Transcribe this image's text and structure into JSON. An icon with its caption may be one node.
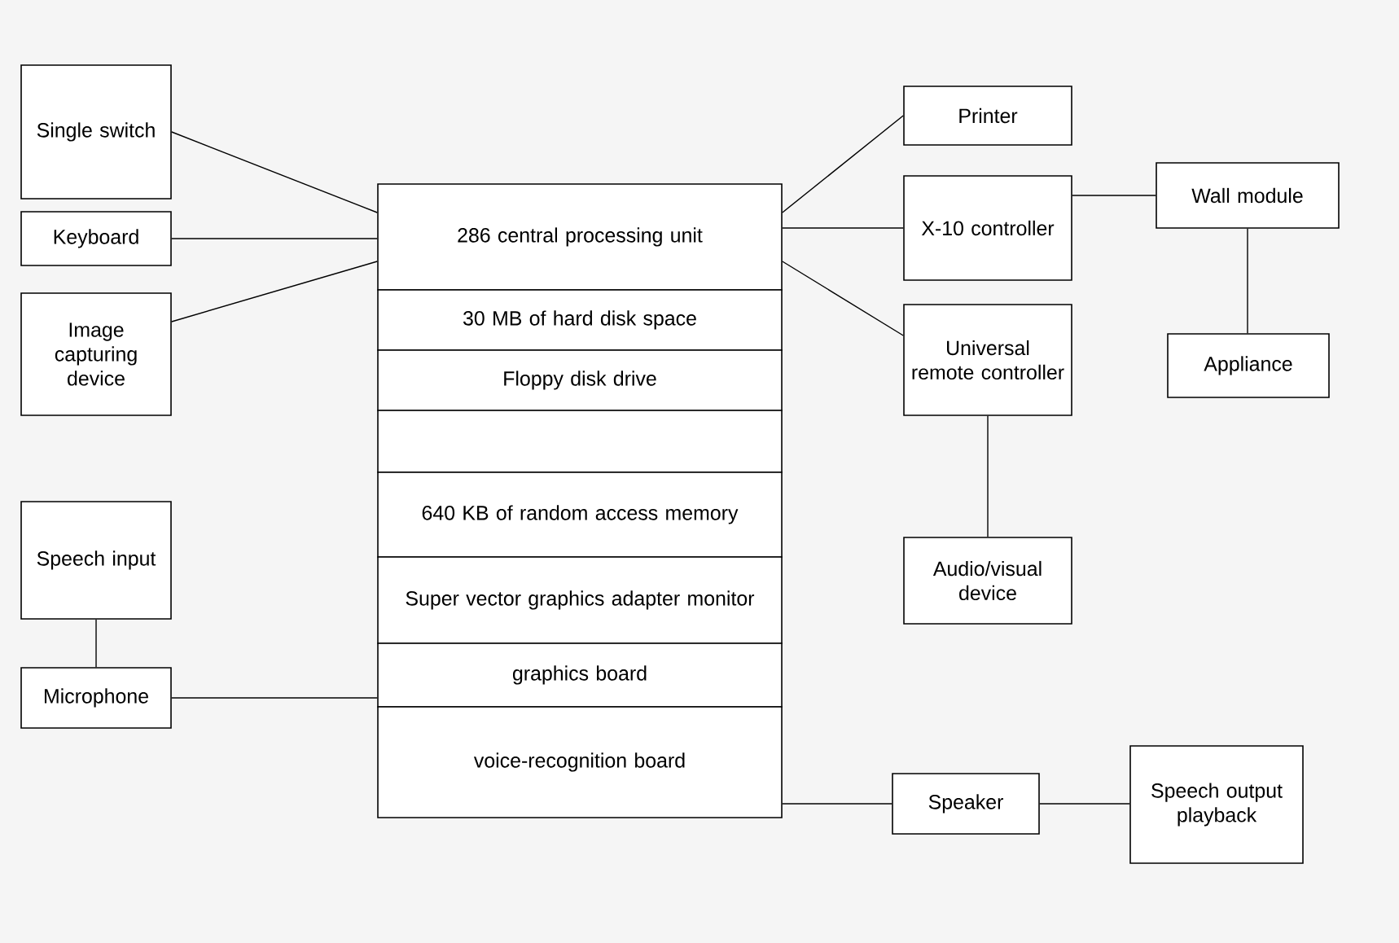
{
  "diagram": {
    "nodes": [
      {
        "text": [
          "Single switch"
        ]
      },
      {
        "text": [
          "Keyboard"
        ]
      },
      {
        "text": [
          "Image capturing device"
        ]
      },
      {
        "text": [
          "286 central processing unit"
        ]
      },
      {
        "text": [
          "30 MB of hard disk space"
        ]
      },
      {
        "text": [
          "Floppy disk drive"
        ]
      },
      {
        "text": [],
        "shape": "box"
      },
      {
        "text": [
          "640 KB of random access memory"
        ]
      },
      {
        "text": [
          "Super vector graphics adapter monitor"
        ]
      },
      {
        "text": [
          "graphics board"
        ]
      },
      {
        "text": [
          "voice-recognition board"
        ]
      },
      {
        "text": [
          "Printer"
        ]
      },
      {
        "text": [
          "X-10 controller"
        ]
      },
      {
        "text": [
          "Universal remote controller"
        ]
      },
      {
        "text": [
          "Wall module"
        ]
      },
      {
        "text": [
          "Appliance"
        ]
      },
      {
        "text": [
          "Audio/visual device"
        ]
      },
      {
        "text": [
          "Speech input"
        ]
      },
      {
        "text": [
          "Microphone"
        ]
      },
      {
        "text": [
          "Speaker"
        ]
      },
      {
        "text": [
          "Speech output playback"
        ]
      }
    ],
    "edges": [
      {
        "from": 0,
        "to": 3,
        "arrow": "none"
      },
      {
        "from": 1,
        "to": 3,
        "arrow": "none"
      },
      {
        "from": 2,
        "to": 3,
        "arrow": "none"
      },
      {
        "from": 3,
        "to": 11,
        "arrow": "none"
      },
      {
        "from": 3,
        "to": 12,
        "arrow": "none"
      },
      {
        "from": 3,
        "to": 13,
        "arrow": "none"
      },
      {
        "from": 12,
        "to": 14,
        "arrow": "none"
      },
      {
        "from": 14,
        "to": 15,
        "arrow": "none"
      },
      {
        "from": 13,
        "to": 16,
        "arrow": "none"
      },
      {
        "from": 17,
        "to": 18,
        "arrow": "none"
      },
      {
        "from": 18,
        "to": 10,
        "arrow": "none"
      },
      {
        "from": 10,
        "to": 19,
        "arrow": "none"
      },
      {
        "from": 19,
        "to": 20,
        "arrow": "none"
      }
    ]
  }
}
